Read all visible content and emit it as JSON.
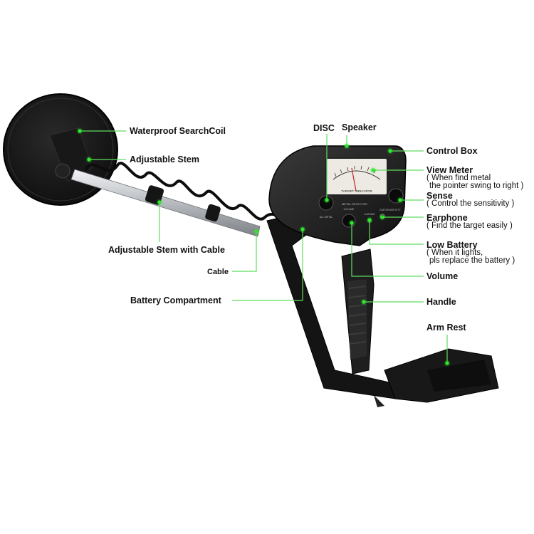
{
  "labels": {
    "waterproof_searchcoil": "Waterproof SearchCoil",
    "adjustable_stem": "Adjustable Stem",
    "adjustable_stem_with_cable": "Adjustable Stem with Cable",
    "cable": "Cable",
    "battery_compartment": "Battery Compartment",
    "disc": "DISC",
    "speaker": "Speaker",
    "control_box": "Control Box",
    "view_meter": "View Meter",
    "view_meter_note_1": "( When find metal",
    "view_meter_note_2": "the pointer swing to right )",
    "sense": "Sense",
    "sense_note": "( Control the sensitivity )",
    "earphone": "Earphone",
    "earphone_note": "( Find the target easily )",
    "low_battery": "Low Battery",
    "low_battery_note_1": "( When it lights,",
    "low_battery_note_2": "pls replace the battery  )",
    "volume": "Volume",
    "handle": "Handle",
    "arm_rest": "Arm Rest"
  },
  "device_text": {
    "meter_title": "TARGET INDICATOR",
    "panel_title": "METAL DETECTOR",
    "knob_volume": "VOLUME",
    "knob_disc": "ALL METAL",
    "knob_sense": "SENSITIVITY",
    "led_label": "LOW BAT",
    "jack_label": "EAR"
  },
  "colors": {
    "leader": "#5fdc5f",
    "dot": "#2ee82e",
    "body": "#1c1c1c",
    "stem": "#c9ccd0"
  }
}
